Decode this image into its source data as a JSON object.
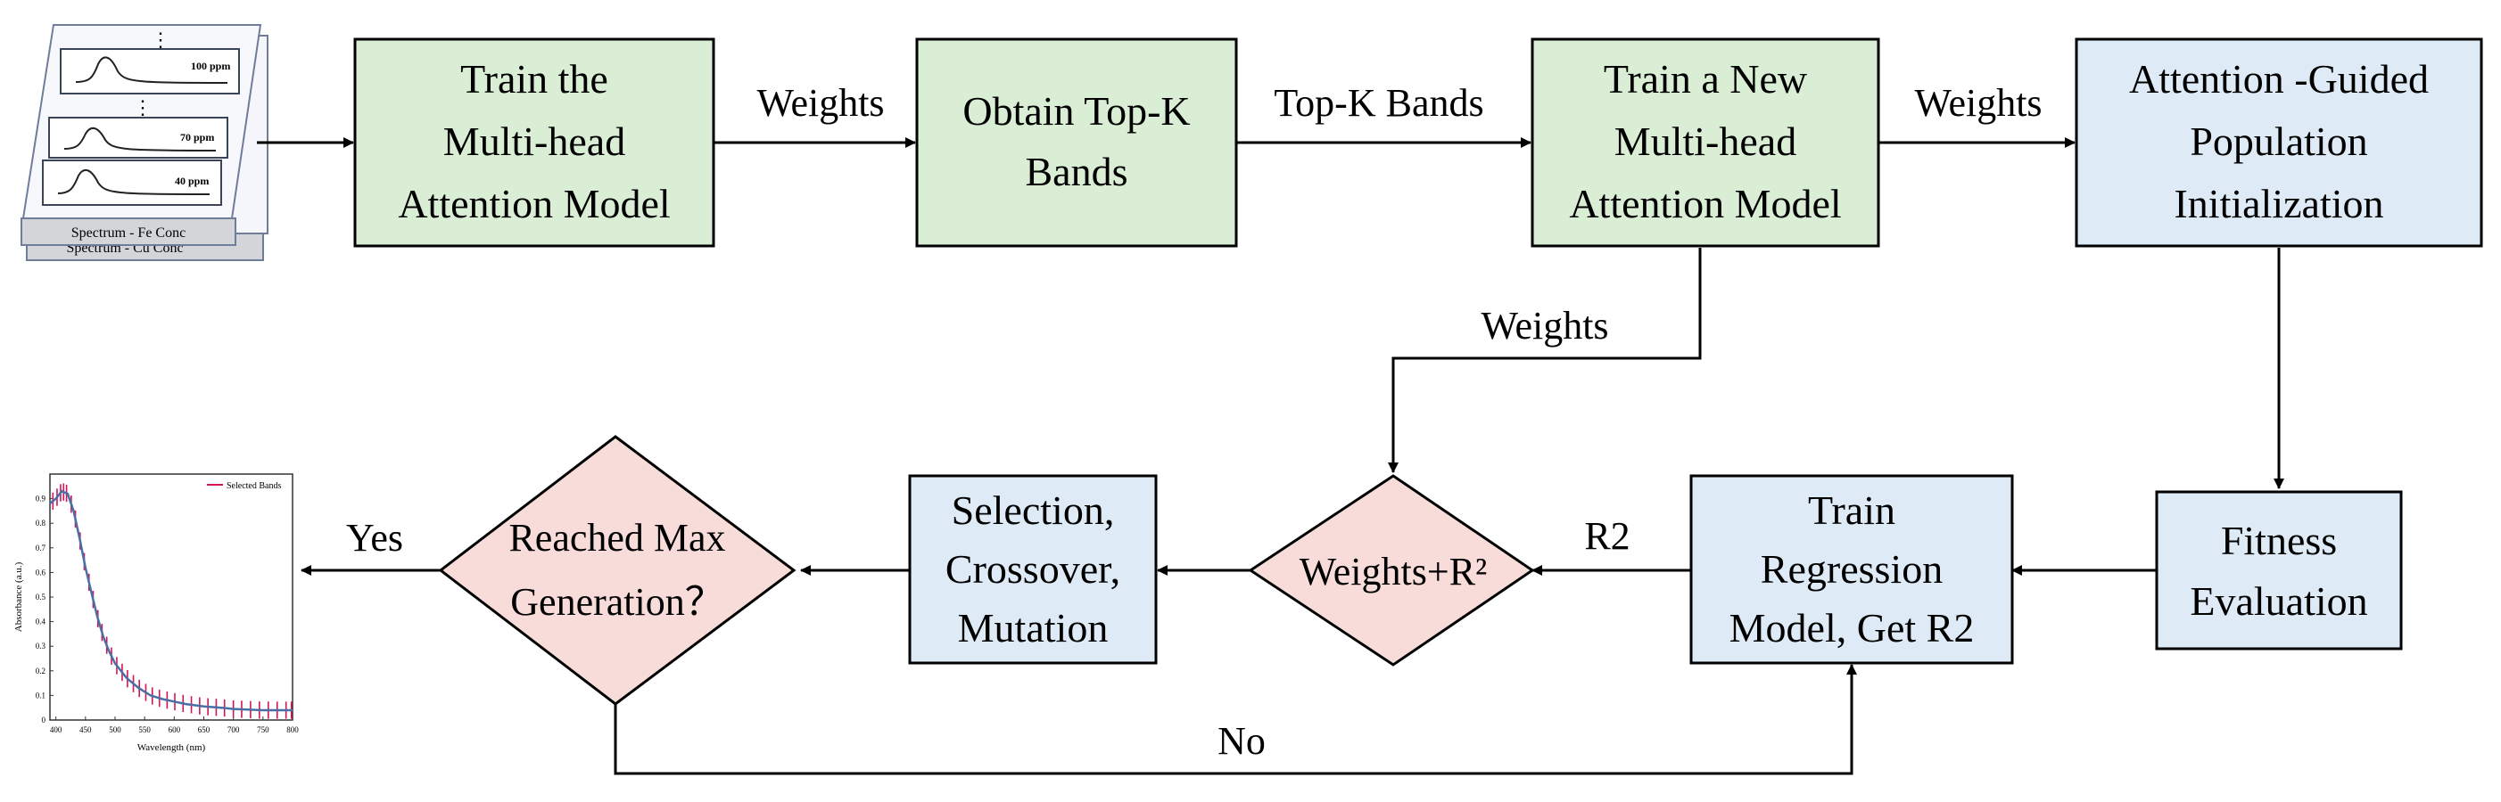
{
  "input_stack": {
    "back_caption": "Spectrum - Cu Conc",
    "front_caption": "Spectrum - Fe Conc",
    "ellipsis": "⋮",
    "spectra": [
      {
        "label": "100 ppm"
      },
      {
        "label": "70 ppm"
      },
      {
        "label": "40 ppm"
      }
    ]
  },
  "nodes": {
    "train_attention": {
      "lines": [
        "Train the",
        "Multi-head",
        "Attention  Model"
      ],
      "color": "#d9eed4"
    },
    "top_k": {
      "lines": [
        "Obtain Top-K",
        "Bands"
      ],
      "color": "#d9eed4"
    },
    "train_new": {
      "lines": [
        "Train a New",
        "Multi-head",
        "Attention Model"
      ],
      "color": "#d9eed4"
    },
    "population": {
      "lines": [
        "Attention -Guided",
        "Population",
        "Initialization"
      ],
      "color": "#deebf6"
    },
    "fitness": {
      "lines": [
        "Fitness",
        "Evaluation"
      ],
      "color": "#deebf6"
    },
    "regression": {
      "lines": [
        "Train",
        "Regression",
        "Model, Get R2"
      ],
      "color": "#deebf6"
    },
    "weights_r2": {
      "lines": [
        "Weights+R²"
      ],
      "color": "#f8dcda"
    },
    "selection": {
      "lines": [
        "Selection,",
        "Crossover,",
        "Mutation"
      ],
      "color": "#deebf6"
    },
    "reached_max": {
      "lines": [
        "Reached Max",
        "Generation？"
      ],
      "color": "#f8dcda"
    }
  },
  "edge_labels": {
    "weights_1": "Weights",
    "topk_bands": "Top-K Bands",
    "weights_2": "Weights",
    "weights_3": "Weights",
    "r2": "R2",
    "yes": "Yes",
    "no": "No"
  },
  "output_chart": {
    "legend": "Selected Bands",
    "xlabel": "Wavelength (nm)",
    "ylabel": "Absorbance (a.u.)",
    "xticks": [
      "400",
      "450",
      "500",
      "550",
      "600",
      "650",
      "700",
      "750",
      "800"
    ],
    "yticks": [
      "0",
      "0.1",
      "0.2",
      "0.3",
      "0.4",
      "0.5",
      "0.6",
      "0.7",
      "0.8",
      "0.9"
    ],
    "line_color": "#4a6fa5",
    "band_color": "#d0155a"
  },
  "chart_data": {
    "type": "line",
    "xlabel": "Wavelength (nm)",
    "ylabel": "Absorbance (a.u.)",
    "xlim": [
      390,
      800
    ],
    "ylim": [
      0,
      1.0
    ],
    "series": [
      {
        "name": "",
        "x": [
          390,
          400,
          410,
          420,
          430,
          440,
          450,
          460,
          470,
          480,
          490,
          500,
          520,
          540,
          560,
          580,
          600,
          620,
          650,
          680,
          700,
          750,
          800
        ],
        "y": [
          0.88,
          0.9,
          0.93,
          0.92,
          0.85,
          0.74,
          0.62,
          0.52,
          0.42,
          0.34,
          0.28,
          0.23,
          0.17,
          0.13,
          0.1,
          0.085,
          0.075,
          0.065,
          0.055,
          0.05,
          0.045,
          0.04,
          0.04
        ]
      }
    ],
    "selected_bands": {
      "name": "Selected Bands",
      "x": [
        395,
        402,
        408,
        413,
        418,
        426,
        433,
        441,
        448,
        456,
        463,
        471,
        478,
        486,
        494,
        503,
        512,
        521,
        531,
        541,
        552,
        563,
        575,
        588,
        601,
        615,
        629,
        643,
        657,
        671,
        685,
        700,
        714,
        729,
        744,
        759,
        774,
        789,
        798
      ]
    }
  }
}
